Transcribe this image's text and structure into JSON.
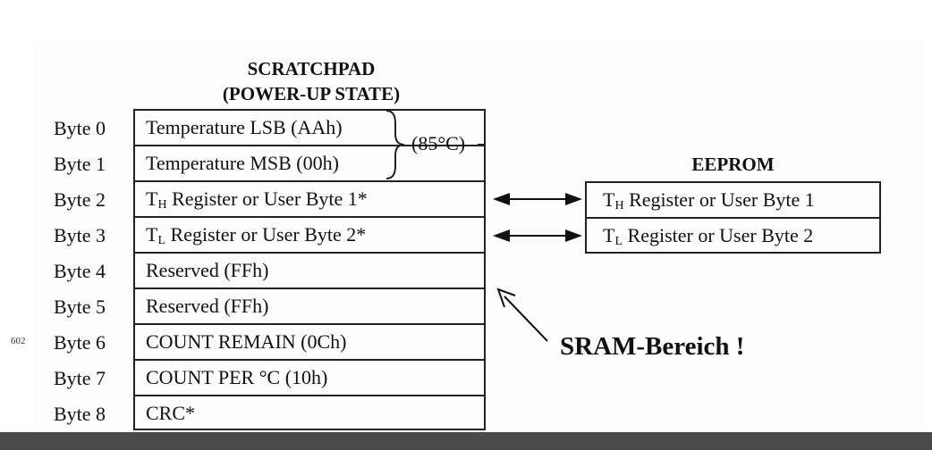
{
  "scratchpad": {
    "title_line1": "SCRATCHPAD",
    "title_line2": "(POWER-UP STATE)",
    "rows": [
      {
        "byte": "Byte 0",
        "main": "Temperature LSB (AAh)",
        "sub": "",
        "rest": ""
      },
      {
        "byte": "Byte 1",
        "main": "Temperature MSB (00h)",
        "sub": "",
        "rest": ""
      },
      {
        "byte": "Byte 2",
        "main": "T",
        "sub": "H",
        "rest": " Register or User Byte 1*"
      },
      {
        "byte": "Byte 3",
        "main": "T",
        "sub": "L",
        "rest": " Register or User Byte 2*"
      },
      {
        "byte": "Byte 4",
        "main": "Reserved (FFh)",
        "sub": "",
        "rest": ""
      },
      {
        "byte": "Byte 5",
        "main": "Reserved (FFh)",
        "sub": "",
        "rest": ""
      },
      {
        "byte": "Byte 6",
        "main": "COUNT REMAIN (0Ch)",
        "sub": "",
        "rest": ""
      },
      {
        "byte": "Byte 7",
        "main": "COUNT PER °C  (10h)",
        "sub": "",
        "rest": ""
      },
      {
        "byte": "Byte 8",
        "main": "CRC*",
        "sub": "",
        "rest": ""
      }
    ],
    "temperature_note": "(85°C)"
  },
  "eeprom": {
    "title": "EEPROM",
    "rows": [
      {
        "main": "T",
        "sub": "H",
        "rest": " Register or User Byte 1"
      },
      {
        "main": "T",
        "sub": "L",
        "rest": " Register or User Byte 2"
      }
    ]
  },
  "sram_label": "SRAM-Bereich !",
  "page_number": "602",
  "colors": {
    "line": "#222222",
    "bottom_bar": "#4a4a4a"
  }
}
